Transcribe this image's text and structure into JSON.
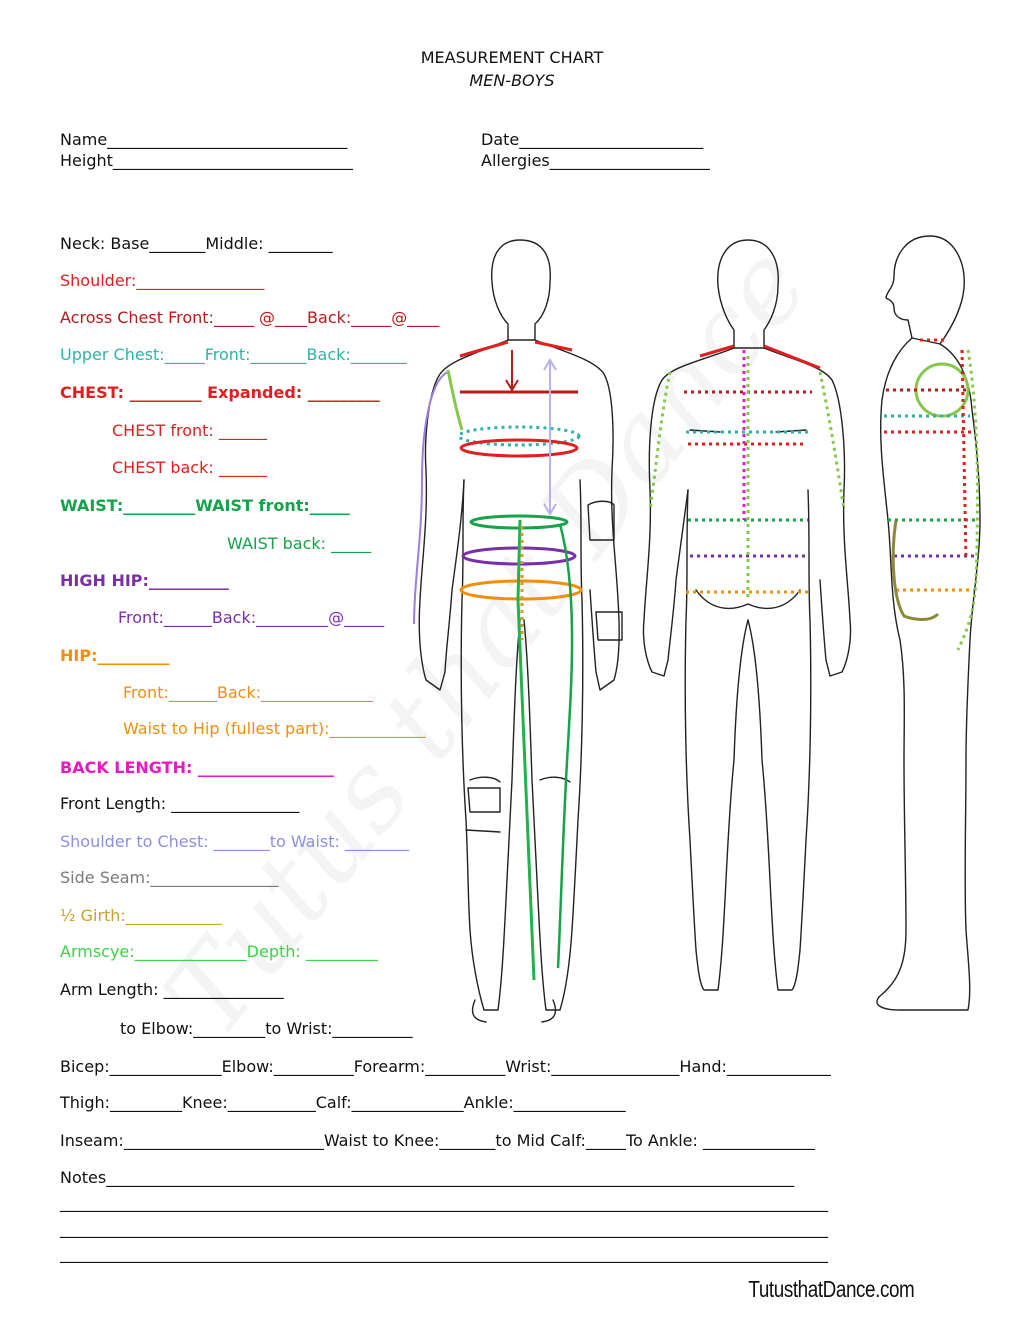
{
  "header": {
    "title": "MEASUREMENT CHART",
    "subtitle": "MEN-BOYS"
  },
  "fields": {
    "name": "Name______________________________",
    "date": "Date_______________________",
    "height": "Height______________________________",
    "allergies": "Allergies____________________"
  },
  "lines": [
    {
      "text": "Neck: Base_______Middle: ________",
      "color": "#111111",
      "bold": false,
      "indent": 0
    },
    {
      "text": "Shoulder:________________",
      "color": "#e01f1f",
      "bold": false,
      "indent": 0
    },
    {
      "text": "Across Chest Front:_____ @____Back:_____@____",
      "color": "#b81a1a",
      "bold": false,
      "indent": 0
    },
    {
      "text": "Upper Chest:_____Front:_______Back:_______",
      "color": "#2fb3a9",
      "bold": false,
      "indent": 0
    },
    {
      "text": "CHEST: _________ Expanded: _________",
      "color": "#e01f1f",
      "bold": true,
      "indent": 0
    },
    {
      "text": "CHEST front: ______",
      "color": "#e01f1f",
      "bold": false,
      "indent": 52
    },
    {
      "text": "CHEST back: ______",
      "color": "#e01f1f",
      "bold": false,
      "indent": 52
    },
    {
      "text": "WAIST:_________WAIST front:_____",
      "color": "#16a34a",
      "bold": true,
      "indent": 0
    },
    {
      "text": "WAIST back: _____",
      "color": "#16a34a",
      "bold": false,
      "indent": 167
    },
    {
      "text": "HIGH HIP:__________",
      "color": "#7a2fa8",
      "bold": true,
      "indent": 0
    },
    {
      "text": "Front:______Back:_________@_____",
      "color": "#7a2fa8",
      "bold": false,
      "indent": 58
    },
    {
      "text": "HIP:_________",
      "color": "#f0900a",
      "bold": true,
      "indent": 0
    },
    {
      "text": "Front:______Back:______________",
      "color": "#f0900a",
      "bold": false,
      "indent": 63
    },
    {
      "text": "Waist to Hip (fullest part):____________",
      "color": "#f0900a",
      "bold": false,
      "indent": 63
    },
    {
      "text": "BACK LENGTH: _________________",
      "color": "#e619c4",
      "bold": true,
      "indent": 0
    },
    {
      "text": "Front Length: ________________",
      "color": "#111111",
      "bold": false,
      "indent": 0
    },
    {
      "text": "Shoulder to Chest: _______to Waist: ________",
      "color": "#8d8fe6",
      "bold": false,
      "indent": 0
    },
    {
      "text": "Side Seam:________________",
      "color": "#7a7a7a",
      "bold": false,
      "indent": 0
    },
    {
      "text": "½ Girth:____________",
      "color": "#c9a227",
      "bold": false,
      "indent": 0
    },
    {
      "text": "Armscye:______________Depth: _________",
      "color": "#3fd14a",
      "bold": false,
      "indent": 0
    },
    {
      "text": "Arm Length: _______________",
      "color": "#111111",
      "bold": false,
      "indent": 0
    },
    {
      "text": "to Elbow:_________to Wrist:__________",
      "color": "#111111",
      "bold": false,
      "indent": 60
    },
    {
      "text": "Bicep:______________Elbow:__________Forearm:__________Wrist:________________Hand:_____________",
      "color": "#111111",
      "bold": false,
      "indent": 0
    },
    {
      "text": "Thigh:_________Knee:___________Calf:______________Ankle:______________",
      "color": "#111111",
      "bold": false,
      "indent": 0
    },
    {
      "text": "Inseam:_________________________Waist to Knee:_______to Mid Calf:_____To Ankle: ______________",
      "color": "#111111",
      "bold": false,
      "indent": 0
    },
    {
      "text": "Notes______________________________________________________________________________________",
      "color": "#111111",
      "bold": false,
      "indent": 0
    },
    {
      "text": "________________________________________________________________________________________________",
      "color": "#111111",
      "bold": false,
      "indent": 0
    },
    {
      "text": "________________________________________________________________________________________________",
      "color": "#111111",
      "bold": false,
      "indent": 0
    },
    {
      "text": "________________________________________________________________________________________________",
      "color": "#111111",
      "bold": false,
      "indent": 0
    }
  ],
  "figure_labels": [
    "body-front-figure",
    "body-back-figure",
    "body-side-figure"
  ],
  "footer": {
    "website": "TutusthatDance.com",
    "watermark": "Tutus that Dance"
  }
}
